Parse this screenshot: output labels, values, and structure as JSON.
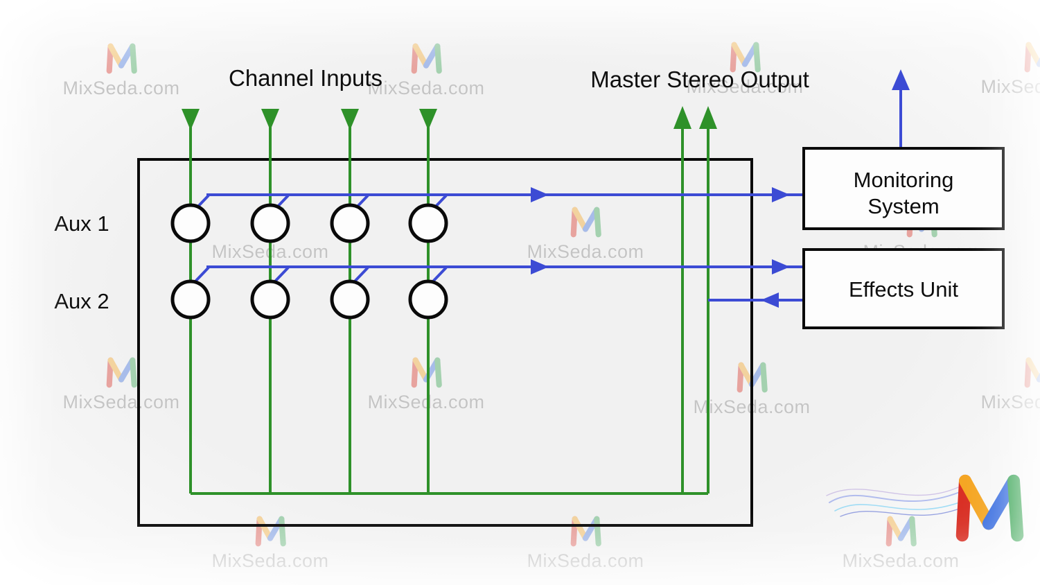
{
  "labels": {
    "channel_inputs": "Channel Inputs",
    "master_stereo_output": "Master Stereo Output",
    "aux_1": "Aux 1",
    "aux_2": "Aux 2",
    "monitoring_line1": "Monitoring",
    "monitoring_line2": "System",
    "effects_unit": "Effects Unit"
  },
  "watermark": {
    "text": "MixSeda.com"
  },
  "colors": {
    "channel_line_green": "#2e9129",
    "aux_line_blue": "#3c4bd4",
    "outline_black": "#0a0a0a",
    "box_fill_white": "#fdfdfd"
  },
  "structure": {
    "channel_input_count": 4,
    "aux_buses": [
      "Aux 1",
      "Aux 2"
    ],
    "aux1_destination": "Monitoring System",
    "aux2_destination": "Effects Unit",
    "effects_return_to_mixer": true,
    "master_output_line_count": 2,
    "monitoring_has_output_arrow": true
  }
}
